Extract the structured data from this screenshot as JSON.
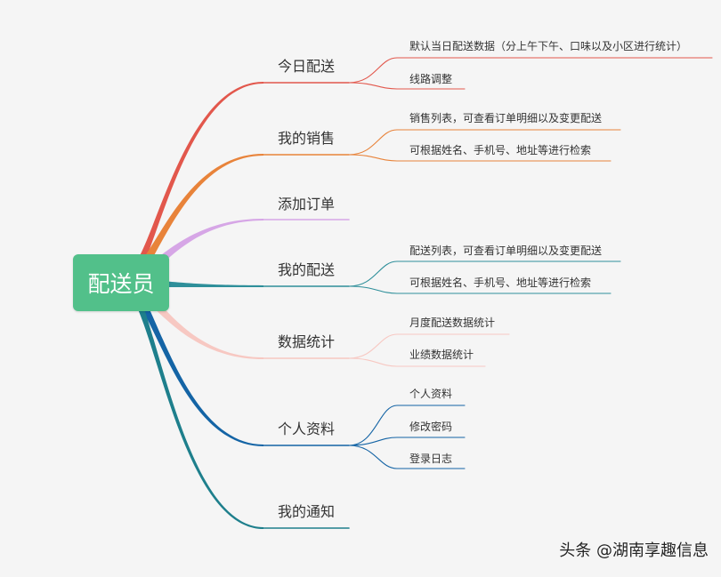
{
  "root": {
    "label": "配送员",
    "color": "#52c08a"
  },
  "branches": [
    {
      "label": "今日配送",
      "color": "#e2574c",
      "children": [
        "默认当日配送数据（分上午下午、口味以及小区进行统计）",
        "线路调整"
      ]
    },
    {
      "label": "我的销售",
      "color": "#e8833a",
      "children": [
        "销售列表，可查看订单明细以及变更配送",
        "可根据姓名、手机号、地址等进行检索"
      ]
    },
    {
      "label": "添加订单",
      "color": "#d6a6e6",
      "children": []
    },
    {
      "label": "我的配送",
      "color": "#2e8f9a",
      "children": [
        "配送列表，可查看订单明细以及变更配送",
        "可根据姓名、手机号、地址等进行检索"
      ]
    },
    {
      "label": "数据统计",
      "color": "#f7c8c2",
      "children": [
        "月度配送数据统计",
        "业绩数据统计"
      ]
    },
    {
      "label": "个人资料",
      "color": "#1464a5",
      "children": [
        "个人资料",
        "修改密码",
        "登录日志"
      ]
    },
    {
      "label": "我的通知",
      "color": "#1e7f8c",
      "children": []
    }
  ],
  "watermark": "头条 @湖南享趣信息"
}
